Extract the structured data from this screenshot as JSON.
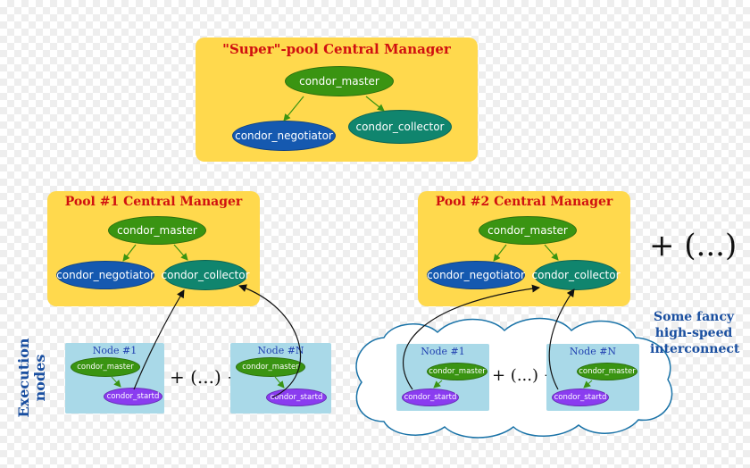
{
  "super_pool": {
    "title": "\"Super\"-pool Central Manager",
    "master": "condor_master",
    "negotiator": "condor_negotiator",
    "collector": "condor_collector"
  },
  "pool1": {
    "title": "Pool #1 Central Manager",
    "master": "condor_master",
    "negotiator": "condor_negotiator",
    "collector": "condor_collector",
    "node_first": {
      "title": "Node #1",
      "master": "condor_master",
      "startd": "condor_startd"
    },
    "node_last": {
      "title": "Node #N",
      "master": "condor_master",
      "startd": "condor_startd"
    },
    "nodes_ellipsis": "+ (...) +"
  },
  "pool2": {
    "title": "Pool #2 Central Manager",
    "master": "condor_master",
    "negotiator": "condor_negotiator",
    "collector": "condor_collector",
    "node_first": {
      "title": "Node #1",
      "master": "condor_master",
      "startd": "condor_startd"
    },
    "node_last": {
      "title": "Node #N",
      "master": "condor_master",
      "startd": "condor_startd"
    },
    "nodes_ellipsis": "+ (...) +"
  },
  "more_pools": "+ (...)",
  "interconnect_label": "Some fancy high-speed interconnect",
  "execution_label": "Execution nodes",
  "colors": {
    "manager_box": "#ffd94d",
    "node_box": "#a9d9e8",
    "master": "#3a9412",
    "collector": "#10856e",
    "negotiator": "#1559b0",
    "startd": "#8a3cf0",
    "title": "#d01010",
    "node_title": "#1f3fb0",
    "side_label": "#1a4fa0"
  }
}
